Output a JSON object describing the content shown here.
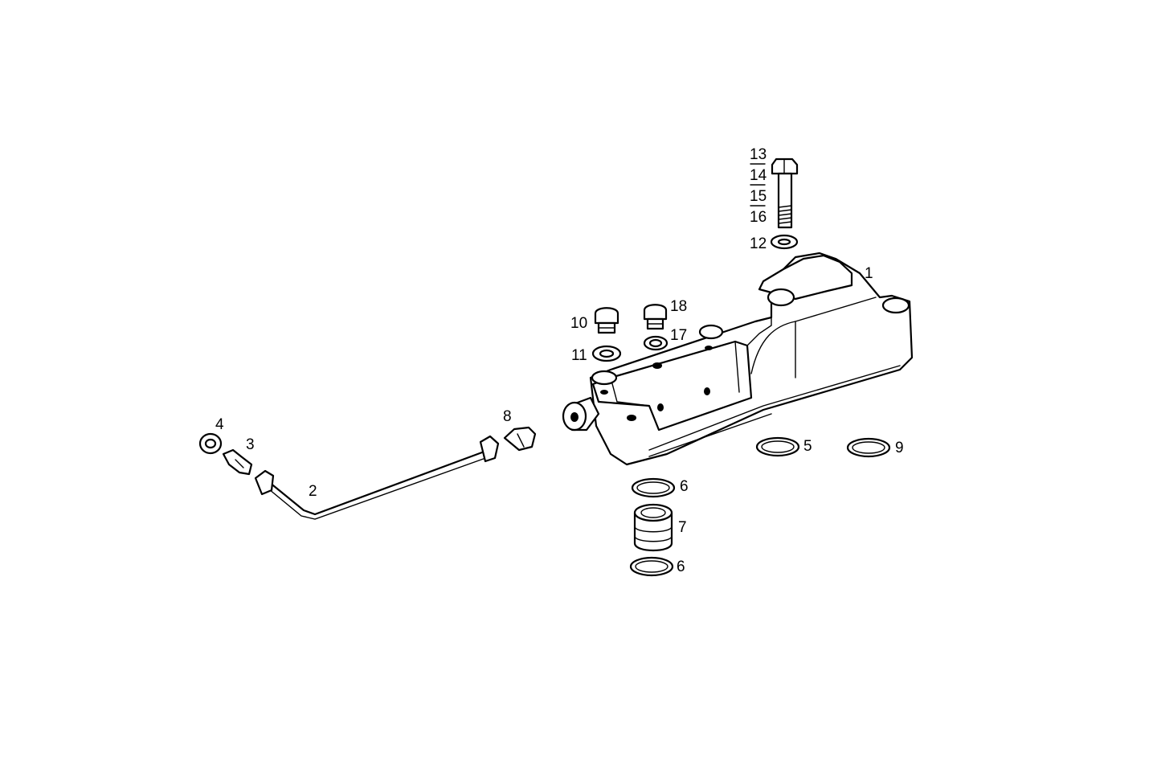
{
  "colors": {
    "line": "#000000",
    "background": "#ffffff"
  },
  "callouts": {
    "c1": "1",
    "c2": "2",
    "c3": "3",
    "c4": "4",
    "c5": "5",
    "c6a": "6",
    "c6b": "6",
    "c7": "7",
    "c8": "8",
    "c9": "9",
    "c10": "10",
    "c11": "11",
    "c12": "12",
    "c13": "13",
    "c14": "14",
    "c15": "15",
    "c16": "16",
    "c17": "17",
    "c18": "18"
  }
}
